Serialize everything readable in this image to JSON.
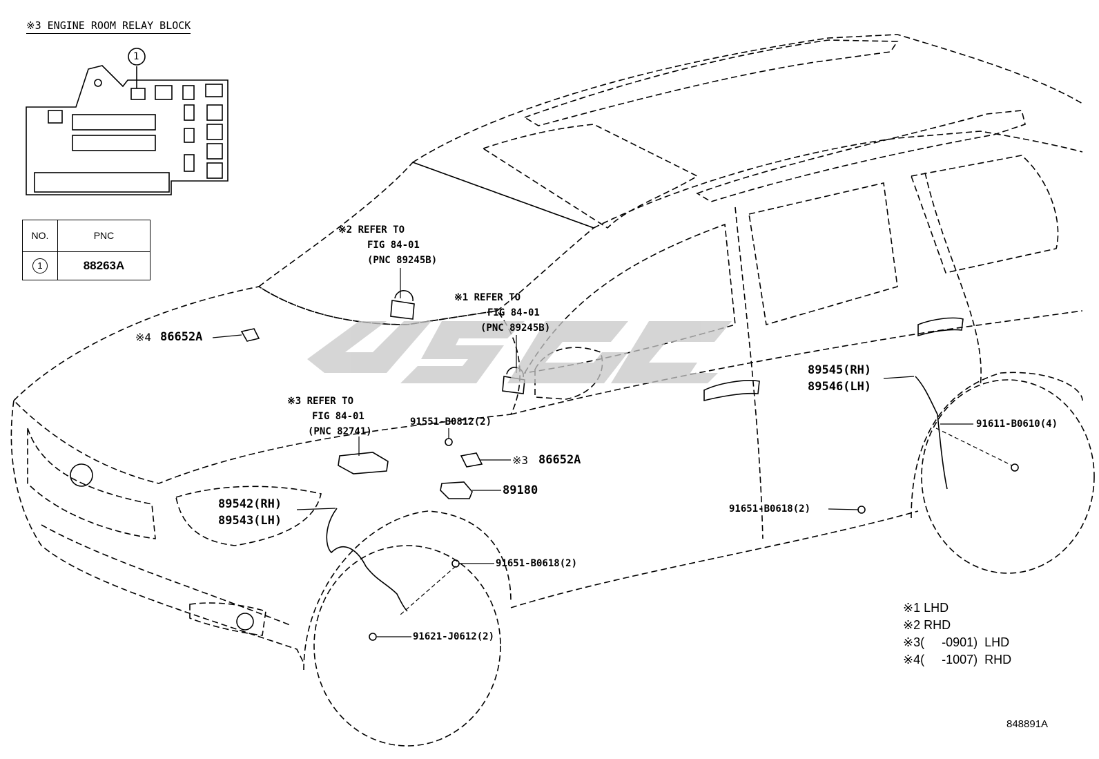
{
  "relay_block": {
    "title": "※3 ENGINE ROOM RELAY BLOCK",
    "callout": "1"
  },
  "pnc_table": {
    "header_no": "NO.",
    "header_pnc": "PNC",
    "rows": [
      {
        "no": "1",
        "pnc": "88263A"
      }
    ]
  },
  "callouts": {
    "refer_rhd": {
      "line1": "※2 REFER TO",
      "line2": "FIG 84-01",
      "line3": "(PNC 89245B)"
    },
    "refer_lhd": {
      "line1": "※1 REFER TO",
      "line2": "FIG 84-01",
      "line3": "(PNC 89245B)"
    },
    "refer_relay": {
      "line1": "※3 REFER TO",
      "line2": "FIG 84-01",
      "line3": "(PNC 82741)"
    },
    "p86652a_hood": {
      "prefix": "※4",
      "pnc": "86652A"
    },
    "p86652a_fender": {
      "prefix": "※3",
      "pnc": "86652A"
    },
    "p91551": "91551-B0812(2)",
    "p89180": "89180",
    "p89542": "89542(RH)",
    "p89543": "89543(LH)",
    "p91651_front": "91651-B0618(2)",
    "p91621": "91621-J0612(2)",
    "p91651_rear": "91651-B0618(2)",
    "p89545": "89545(RH)",
    "p89546": "89546(LH)",
    "p91611": "91611-B0610(4)"
  },
  "legend": [
    "※1 LHD",
    "※2 RHD",
    "※3(     -0901)  LHD",
    "※4(     -1007)  RHD"
  ],
  "figure_id": "848891A",
  "colors": {
    "ink": "#000000",
    "watermark": "#c8c8c8"
  }
}
